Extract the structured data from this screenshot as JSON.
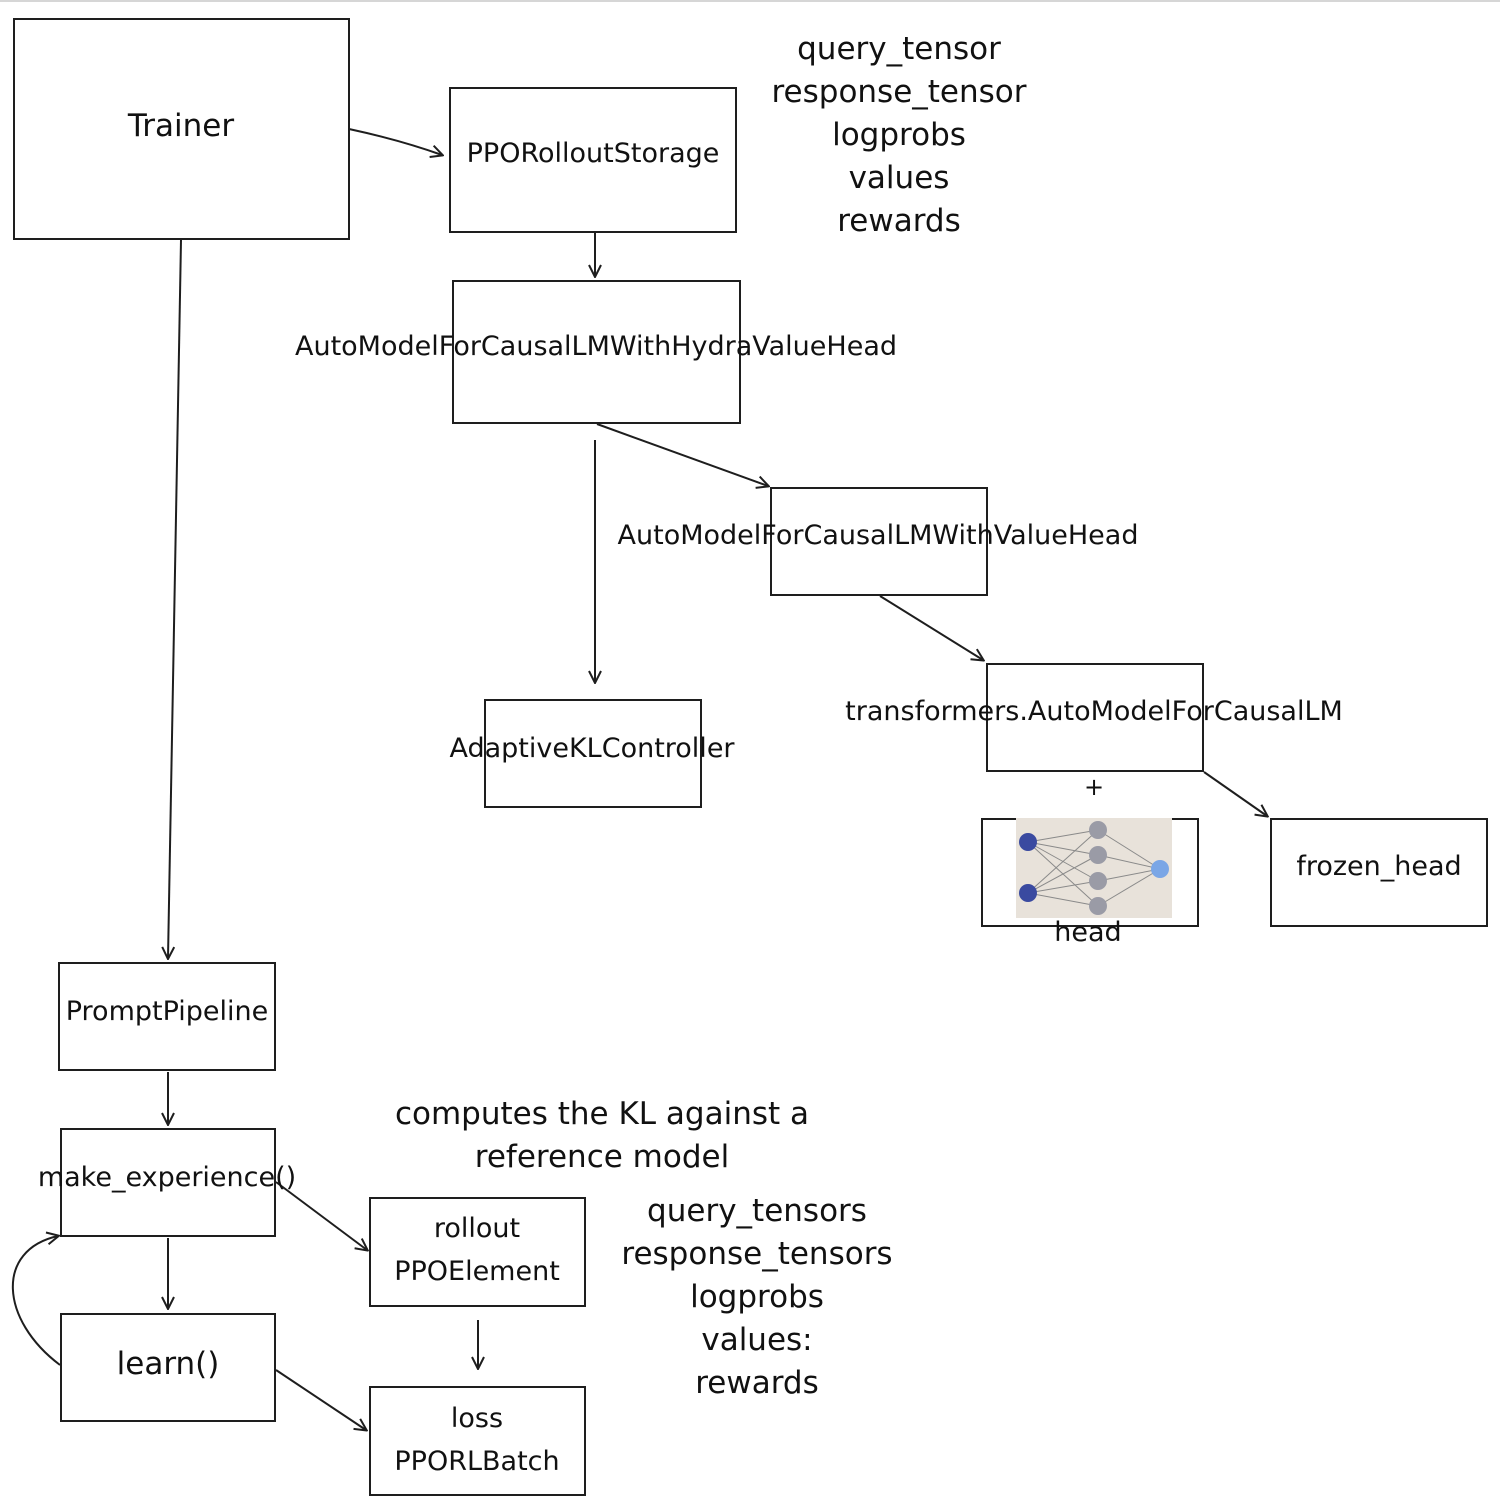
{
  "nodes": {
    "trainer": "Trainer",
    "rollout_storage": "PPORolloutStorage",
    "hydra_model": "AutoModelForCausalLMWithHydraValueHead",
    "value_head_model": "AutoModelForCausalLMWithValueHead",
    "kl_controller": "AdaptiveKLController",
    "causal_lm": "transformers.AutoModelForCausalLM",
    "plus": "+",
    "head": "head",
    "frozen_head": "frozen_head",
    "prompt_pipeline": "PromptPipeline",
    "make_experience": "make_experience()",
    "learn": "learn()",
    "rollout_element": [
      "rollout",
      "PPOElement"
    ],
    "loss_batch": [
      "loss",
      "PPORLBatch"
    ]
  },
  "annotations": {
    "storage_fields": [
      "query_tensor",
      "response_tensor",
      "logprobs",
      "values",
      "rewards"
    ],
    "kl_note": [
      "computes the KL against a",
      "reference model"
    ],
    "element_fields": [
      "query_tensors",
      "response_tensors",
      "logprobs",
      "values:",
      "rewards"
    ]
  },
  "colors": {
    "stroke": "#1e1e1e",
    "nn_input": "#3a4aa0",
    "nn_hidden": "#9a9ba6",
    "nn_output": "#7aa6e6",
    "nn_bg": "#e8e2da"
  }
}
